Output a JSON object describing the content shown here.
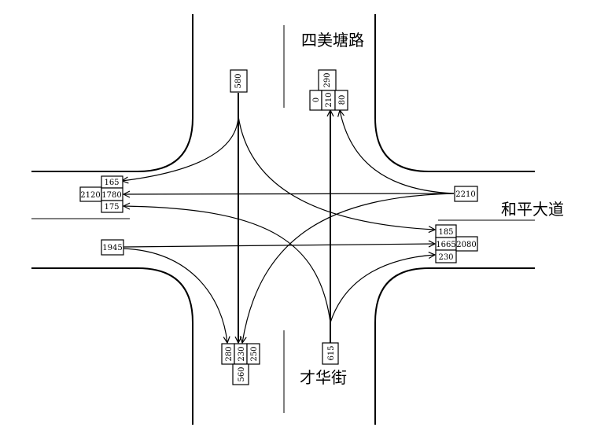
{
  "streets": {
    "north": "四美塘路",
    "east": "和平大道",
    "south": "才华街"
  },
  "north_approach": {
    "total": "580"
  },
  "north_exit": {
    "total": "290",
    "left": "0",
    "through": "210",
    "right": "80"
  },
  "west_exit": {
    "total": "2120",
    "top": "165",
    "mid": "1780",
    "bottom": "175"
  },
  "west_approach": {
    "total": "1945"
  },
  "east_approach": {
    "total": "2210"
  },
  "east_exit": {
    "total": "2080",
    "top": "185",
    "mid": "1665",
    "bottom": "230"
  },
  "south_exit": {
    "total": "560",
    "left": "280",
    "mid": "230",
    "right": "250"
  },
  "south_approach": {
    "total": "615"
  }
}
